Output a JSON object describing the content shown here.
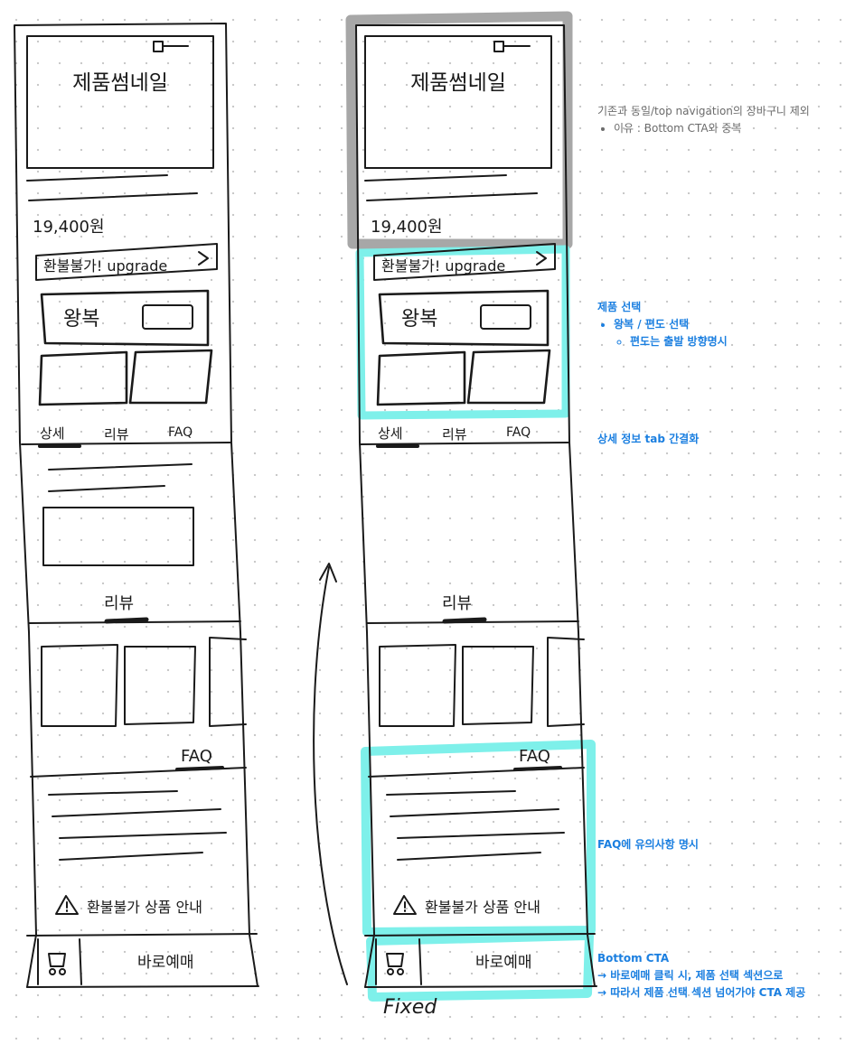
{
  "wireframe": {
    "thumbnail_label": "제품썸네일",
    "price": "19,400원",
    "upgrade_banner": "환불불가! upgrade",
    "upgrade_arrow": ">",
    "roundtrip_label": "왕복",
    "tabs": [
      "상세",
      "리뷰",
      "FAQ"
    ],
    "review_heading": "리뷰",
    "faq_heading": "FAQ",
    "notice_text": "환불불가 상품 안내",
    "cta_label": "바로예매",
    "fixed_label": "Fixed"
  },
  "annotations": {
    "top": {
      "title": "기존과 동일/top navigation의 장바구니 제외",
      "bullet": "이유 : Bottom CTA와 중복"
    },
    "product_select": {
      "title": "제품 선택",
      "bullet": "왕복 / 편도 선택",
      "sub_bullet": "편도는 출발 방향명시"
    },
    "detail_tab": {
      "title": "상세 정보 tab 간결화"
    },
    "faq": {
      "title": "FAQ에 유의사항 명시"
    },
    "bottom_cta": {
      "title": "Bottom CTA",
      "line1": "→ 바로예매 클릭 시, 제품 선택 섹션으로",
      "line2": "→ 따라서 제품 선택 섹션 넘어가야 CTA 제공"
    }
  },
  "colors": {
    "highlight_cyan": "#7ef0ea",
    "highlight_gray": "#a7a7a7",
    "annotation_blue": "#1b7fe0",
    "annotation_gray": "#6b6b6b",
    "ink": "#1a1a1a"
  }
}
